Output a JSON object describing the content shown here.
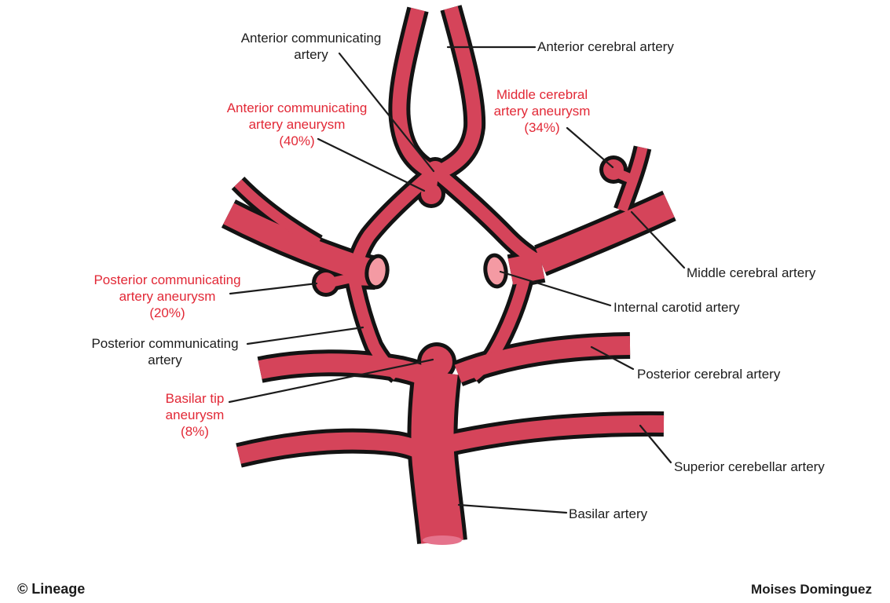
{
  "diagram": {
    "subject_labels_note": "Circle of Willis vessel diagram with aneurysm sites",
    "arteries": {
      "anterior_communicating": "Anterior communicating artery",
      "anterior_cerebral": "Anterior cerebral artery",
      "middle_cerebral": "Middle cerebral artery",
      "internal_carotid": "Internal carotid artery",
      "posterior_communicating": "Posterior communicating artery",
      "posterior_cerebral": "Posterior cerebral artery",
      "superior_cerebellar": "Superior cerebellar artery",
      "basilar": "Basilar artery"
    },
    "aneurysms": [
      {
        "name": "Anterior communicating artery aneurysm",
        "pct": "(40%)"
      },
      {
        "name": "Middle cerebral artery aneurysm",
        "pct": "(34%)"
      },
      {
        "name": "Posterior communicating artery aneurysm",
        "pct": "(20%)"
      },
      {
        "name": "Basilar tip aneurysm",
        "pct": "(8%)"
      }
    ]
  },
  "footer": {
    "credit_left": "© Lineage",
    "credit_right": "Moises Dominguez"
  },
  "colors": {
    "vessel_fill": "#d5445a",
    "vessel_outline": "#131313",
    "cut_face_pink": "#f49aa3",
    "basilar_cut_pink": "#e5738c",
    "aneurysm_text": "#e22836",
    "label_text": "#1c1c1c",
    "background": "#ffffff"
  }
}
